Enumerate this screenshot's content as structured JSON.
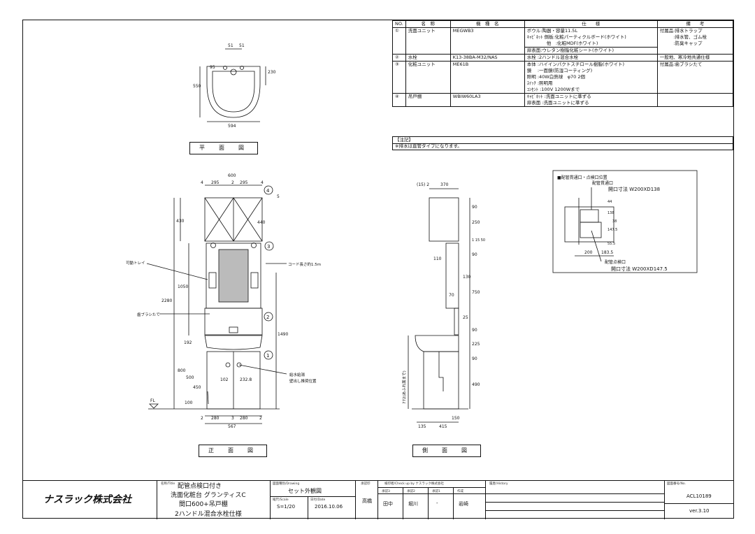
{
  "spec_table": {
    "headers": [
      "NO.",
      "名　称",
      "機　種　名",
      "仕　　様",
      "備　　考"
    ],
    "rows": [
      {
        "no": "①",
        "name": "洗面ユニット",
        "model": "MEGWB3",
        "spec": [
          "ボウル:陶器・容量11.5L",
          "ｷｬﾋﾞﾈｯﾄ 側板:化粧パーティクルボード(ホワイト)",
          "　　　　 他　:化粧MDF(ホワイト)",
          "扉表面:ウレタン樹脂化粧シート(ホワイト)"
        ],
        "remark": [
          "付属品:排水トラップ",
          "　　　:排水管、ゴム栓",
          "　　　:防臭キャップ"
        ]
      },
      {
        "no": "②",
        "name": "水栓",
        "model": "K13-38BA-M32/NAS",
        "spec": [
          "水栓 :2ハンドル混合水栓"
        ],
        "remark": [
          "一般地、寒冷地共通仕様"
        ]
      },
      {
        "no": "③",
        "name": "化粧ユニット",
        "model": "ME61B",
        "spec": [
          "本体 :ハイインパクトスチロール樹脂(ホワイト)",
          "鏡　 :一面鏡(防湿コーティング)",
          "照明 :40W白熱球　φ70 2個",
          "ｽｲｯﾁ :照明用",
          "ｺﾝｾﾝﾄ :100V 1200Wまで"
        ],
        "remark": [
          "付属品:歯ブラシたて"
        ]
      },
      {
        "no": "④",
        "name": "吊戸棚",
        "model": "WBIW60LA3",
        "spec": [
          "ｷｬﾋﾞﾈｯﾄ :洗面ユニットに準ずる",
          "扉表面 :洗面ユニットに準ずる"
        ],
        "remark": [
          ""
        ]
      }
    ],
    "note_title": "【注記】",
    "note_text": "※排水は直管タイプになります。"
  },
  "views": {
    "plan_caption": "平　面　図",
    "front_caption": "正　面　図",
    "side_caption": "側　面　図"
  },
  "plan_dims": {
    "d51a": "51",
    "d51b": "51",
    "d95": "95",
    "d230": "230",
    "d550": "550",
    "d594": "594"
  },
  "front_dims": {
    "w600": "600",
    "w4a": "4",
    "w295a": "295",
    "w2": "2",
    "w295b": "295",
    "w4b": "4",
    "w5": "5",
    "h430": "430",
    "h440": "440",
    "h1050": "1050",
    "h2280": "2280",
    "h1490": "1490",
    "h192": "192",
    "h800": "800",
    "h500": "500",
    "h450": "450",
    "h100": "100",
    "d102": "102",
    "d2328": "232.8",
    "b2a": "2",
    "b280a": "280",
    "b3": "3",
    "b280b": "280",
    "b2b": "2",
    "b567": "567",
    "fl": "FL"
  },
  "front_labels": {
    "tray": "可動トレイ",
    "cord": "コード長さ約1.5m",
    "toothbrush": "歯ブラシたて",
    "water_a": "給水給湯",
    "water_b": "壁出し推奨位置",
    "c1": "1",
    "c2": "2",
    "c3": "3",
    "c4": "4"
  },
  "side_dims": {
    "top15": "(15) 2",
    "top370": "370",
    "h90a": "90",
    "h250": "250",
    "h150": "1 15 50",
    "h90b": "90",
    "h110": "110",
    "h130": "130",
    "h70": "70",
    "h750": "750",
    "h25": "25",
    "h90c": "90",
    "h225": "225",
    "h90d": "90",
    "h490": "490",
    "h772": "772(あふれ面まで)",
    "b150": "150",
    "b135": "135",
    "b415": "415"
  },
  "detail": {
    "title": "■配管貫通口・点検口位置",
    "label_a": "配管貫通口",
    "label_a_dim": "開口寸法 W200XD138",
    "label_b": "配管点検口",
    "label_b_dim": "開口寸法 W200XD147.5",
    "d44": "44",
    "d138": "138",
    "d38": "38",
    "d1475": "147.5",
    "d555": "55.5",
    "d200": "200",
    "d1835": "183.5"
  },
  "title_block": {
    "company": "ナスラック株式会社",
    "name_label": "名称/Title",
    "title_1": "配管点検口付き",
    "title_2": "洗面化粧台 グランティスC",
    "title_3": "間口600+吊戸棚",
    "title_4": "2ハンドル混合水栓仕様",
    "drawing_label": "図面種別/Drawing",
    "drawing_type": "セット外観図",
    "scale_label": "縮尺/Scale",
    "scale": "S=1/20",
    "date_label": "日付/Date",
    "date": "2016.10.06",
    "approve_label": "承認印",
    "approve": "高橋",
    "check_label": "検印者/Check up by ナスラック株式会社",
    "check_heads": [
      "承認3",
      "承認2",
      "承認1",
      "作成"
    ],
    "check_names": [
      "田中",
      "堀川",
      "-",
      "岩崎"
    ],
    "history_label": "履歴/History",
    "number_label": "図面番号/No.",
    "number": "ACL10189",
    "version": "ver.3.10"
  }
}
